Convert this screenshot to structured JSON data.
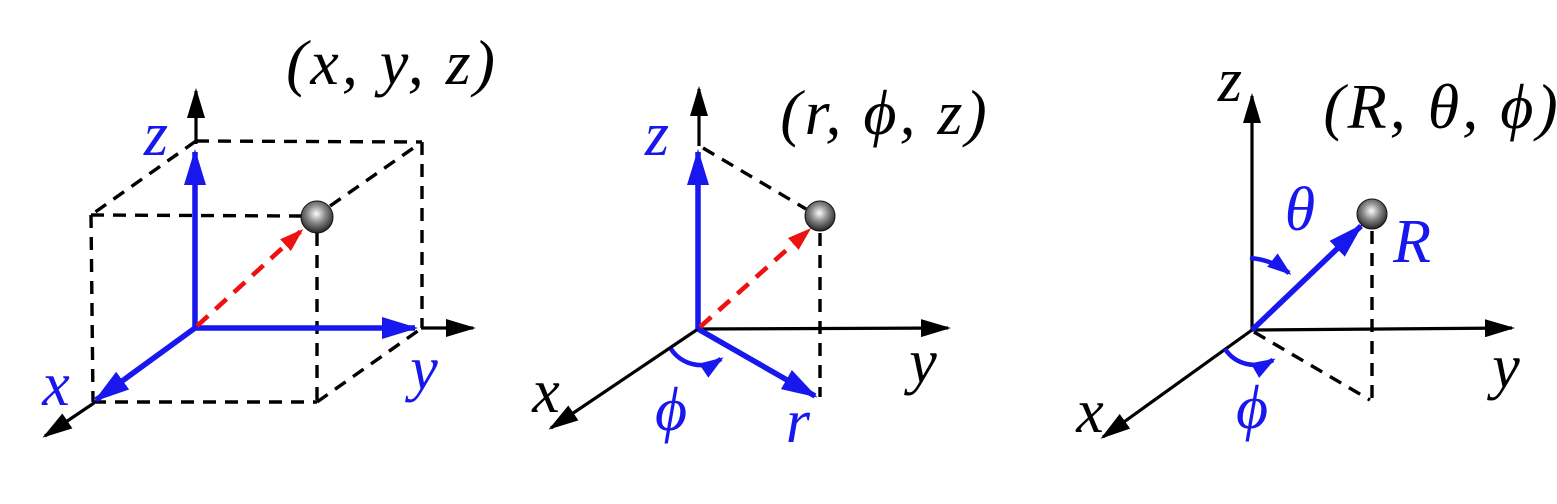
{
  "colors": {
    "bg": "#ffffff",
    "black": "#000000",
    "blue": "#1717ee",
    "red": "#ee1111",
    "sphere_highlight": "#fdfdfd",
    "sphere_mid": "#8c8c8c",
    "sphere_edge": "#1d1d1d"
  },
  "figure": {
    "description": "Three 3D coordinate systems with a point marked by a gray sphere",
    "panels": [
      {
        "id": "cartesian",
        "tuple_label": "(x, y, z)",
        "axis_labels": {
          "x": "x",
          "y": "y",
          "z": "z"
        }
      },
      {
        "id": "cylindrical",
        "tuple_label": "(r, ϕ, z)",
        "axis_labels": {
          "x": "x",
          "y": "y",
          "z": "z"
        },
        "coordinate_labels": {
          "r": "r",
          "phi": "ϕ"
        }
      },
      {
        "id": "spherical",
        "tuple_label": "(R, θ, ϕ)",
        "axis_labels": {
          "x": "x",
          "y": "y",
          "z": "z"
        },
        "coordinate_labels": {
          "R": "R",
          "theta": "θ",
          "phi": "ϕ"
        }
      }
    ]
  }
}
